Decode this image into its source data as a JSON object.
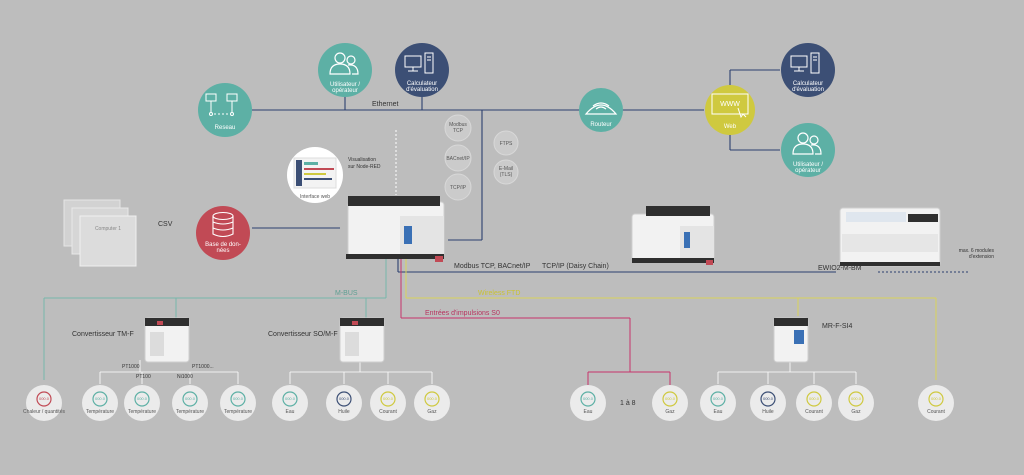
{
  "network": {
    "ethernet_label": "Ethernet",
    "csv_label": "CSV",
    "modbus_label": "Modbus TCP, BACnet/IP",
    "tcpip_label": "TCP/IP (Daisy Chain)",
    "mbus_label": "M-BUS",
    "wireless_label": "Wireless FTD",
    "pulse_label": "Entrées d'impulsions S0",
    "range_label": "1 à 8"
  },
  "nodes": {
    "reseau": "Reseau",
    "utilisateur_top": [
      "Utilisateur /",
      "opérateur"
    ],
    "calculateur_top": [
      "Calculateur",
      "d'évaluation"
    ],
    "routeur": "Routeur",
    "web": "Web",
    "calculateur_right": [
      "Calculateur",
      "d'évaluation"
    ],
    "utilisateur_right": [
      "Utilisateur /",
      "opérateur"
    ],
    "base": [
      "Base de don-",
      "nées"
    ],
    "interface_web": "Interface web",
    "visualisation": [
      "Visualisation",
      "sur Node-RED"
    ],
    "computer": "Computer 1"
  },
  "protocols": [
    "Modbus TCP",
    "BACnet/IP",
    "TCP/IP",
    "FTPS",
    "E-Mail (TLS)"
  ],
  "devices": {
    "ewio_label": "EWIO2-M-BM",
    "extension_label": [
      "max. 6 modules",
      "d'extension"
    ],
    "tmf_label": "Convertisseur TM-F",
    "som_label": "Convertisseur SO/M-F",
    "mr_label": "MR-F-SI4"
  },
  "probes": [
    "PT1000",
    "PT100",
    "Ni1000",
    "PT1000..."
  ],
  "meters": {
    "tmf": [
      "Chaleur / quantités",
      "Température",
      "Température",
      "Température",
      "Température"
    ],
    "som": [
      "Eau",
      "Huile",
      "Courant",
      "Gaz"
    ],
    "pulse": [
      "Eau",
      "Gaz"
    ],
    "mr": [
      "Eau",
      "Huile",
      "Courant",
      "Gaz"
    ],
    "wireless": [
      "Courant"
    ]
  },
  "colors": {
    "teal": "#5db0a5",
    "navy": "#3c4f75",
    "yellow": "#cfc93f",
    "red": "#c14a55",
    "line_blue": "#2c3f6e",
    "mbus_green": "#78b6aa",
    "wireless_yellow": "#d9d35a",
    "pulse_pink": "#c8336a"
  }
}
